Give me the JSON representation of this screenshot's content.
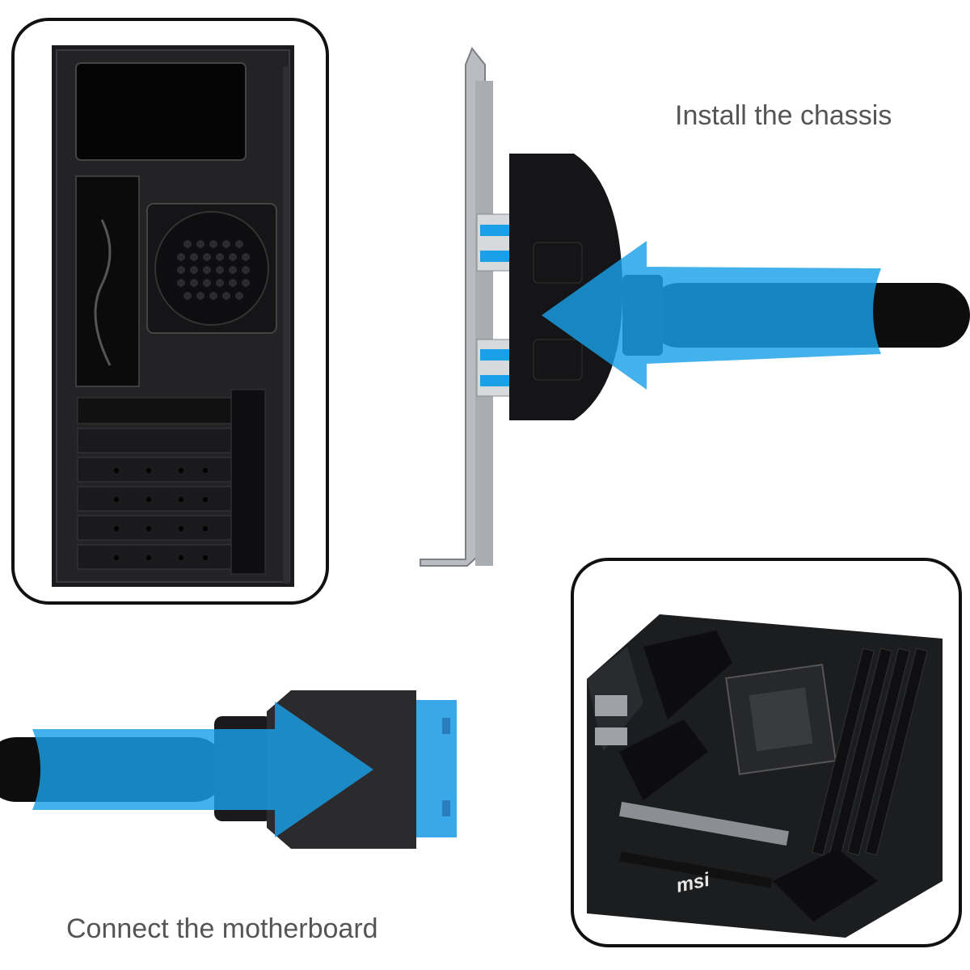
{
  "captions": {
    "install": "Install the chassis",
    "connect": "Connect the motherboard"
  },
  "motherboard": {
    "brand": "msi"
  },
  "colors": {
    "accent_blue": "#1aa0e6",
    "cable_black": "#0d0d0d",
    "header_blue": "#3aa8e8",
    "bracket_silver": "#b9bcc0",
    "caption_gray": "#555555"
  }
}
